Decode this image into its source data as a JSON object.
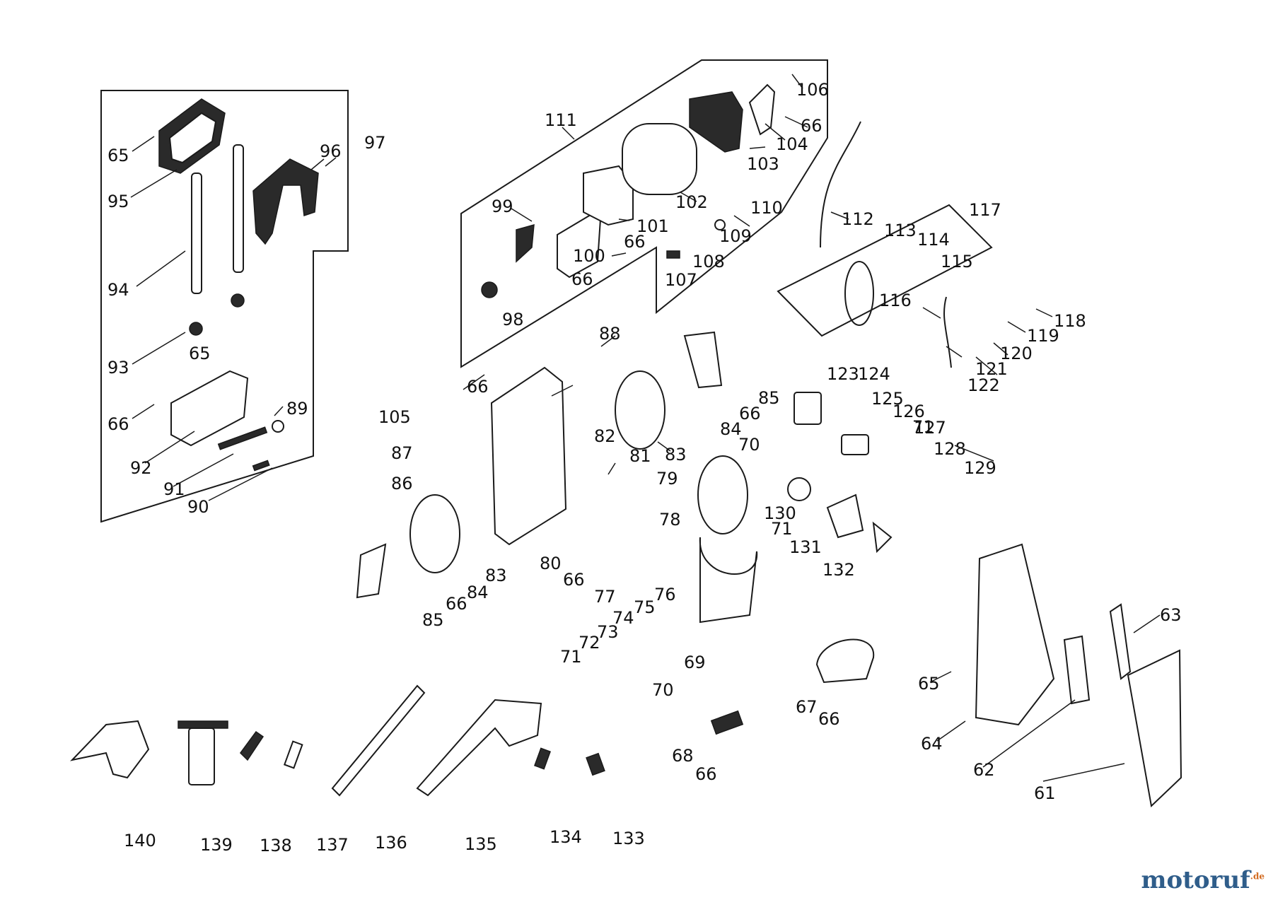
{
  "labels": [
    "61",
    "62",
    "63",
    "64",
    "65",
    "65",
    "65",
    "66",
    "66",
    "66",
    "66",
    "66",
    "66",
    "66",
    "66",
    "66",
    "66",
    "67",
    "68",
    "69",
    "70",
    "70",
    "71",
    "71",
    "71",
    "72",
    "73",
    "74",
    "75",
    "76",
    "77",
    "78",
    "79",
    "80",
    "81",
    "82",
    "83",
    "83",
    "84",
    "84",
    "85",
    "85",
    "86",
    "87",
    "88",
    "89",
    "90",
    "91",
    "92",
    "93",
    "94",
    "95",
    "96",
    "97",
    "98",
    "99",
    "100",
    "101",
    "102",
    "103",
    "104",
    "105",
    "106",
    "107",
    "108",
    "109",
    "110",
    "111",
    "112",
    "113",
    "114",
    "115",
    "116",
    "117",
    "118",
    "119",
    "120",
    "121",
    "122",
    "123",
    "124",
    "125",
    "126",
    "127",
    "128",
    "129",
    "130",
    "131",
    "132",
    "133",
    "134",
    "135",
    "136",
    "137",
    "138",
    "139",
    "140"
  ],
  "watermark": {
    "name": "motoruf",
    "tld": ".de"
  }
}
